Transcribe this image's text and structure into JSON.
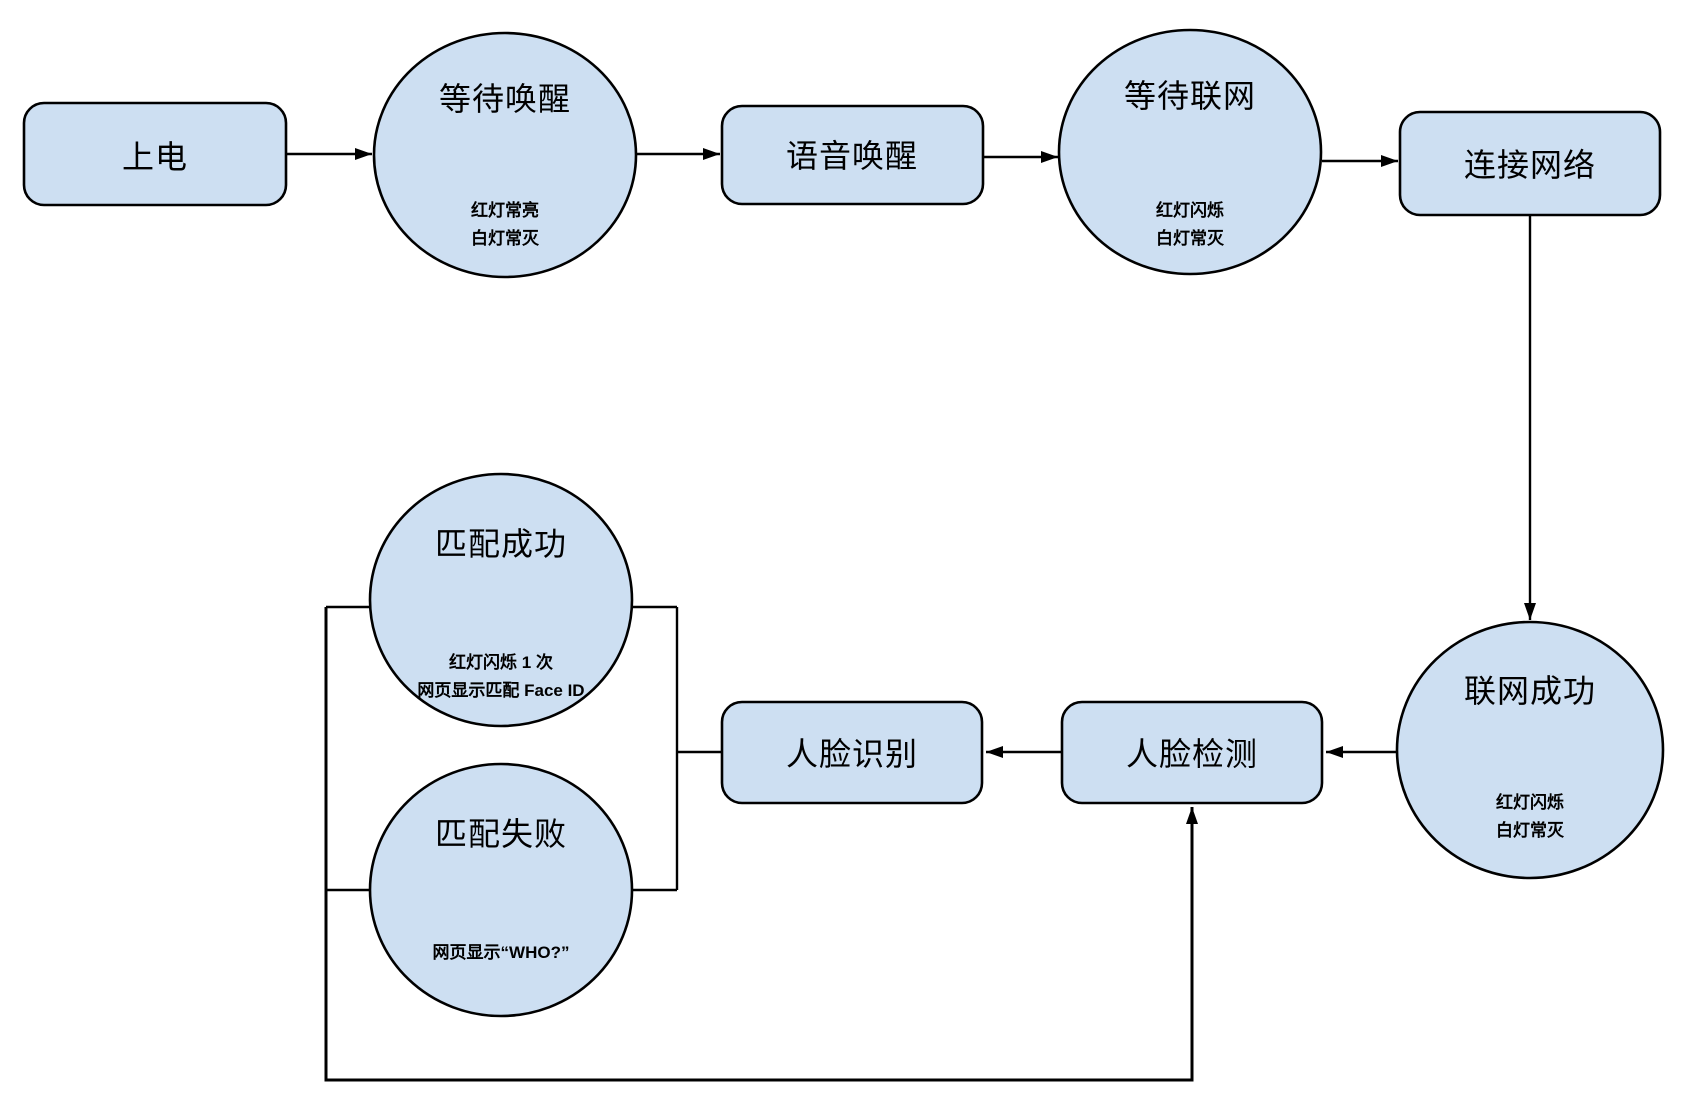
{
  "diagram": {
    "colors": {
      "node_fill": "#cddff2",
      "node_stroke": "#000000",
      "line": "#000000"
    },
    "nodes": {
      "power": {
        "label": "上电"
      },
      "wait_wake": {
        "label": "等待唤醒",
        "status_lines": [
          "红灯常亮",
          "白灯常灭"
        ]
      },
      "voice_wake": {
        "label": "语音唤醒"
      },
      "wait_net": {
        "label": "等待联网",
        "status_lines": [
          "红灯闪烁",
          "白灯常灭"
        ]
      },
      "connect_net": {
        "label": "连接网络"
      },
      "net_ok": {
        "label": "联网成功",
        "status_lines": [
          "红灯闪烁",
          "白灯常灭"
        ]
      },
      "face_recog": {
        "label": "人脸识别"
      },
      "face_detect": {
        "label": "人脸检测"
      },
      "match_ok": {
        "label": "匹配成功",
        "status_lines": [
          "红灯闪烁 1 次",
          "网页显示匹配 Face ID"
        ]
      },
      "match_fail": {
        "label": "匹配失败",
        "status_lines": [
          "网页显示“WHO?”"
        ]
      }
    }
  }
}
